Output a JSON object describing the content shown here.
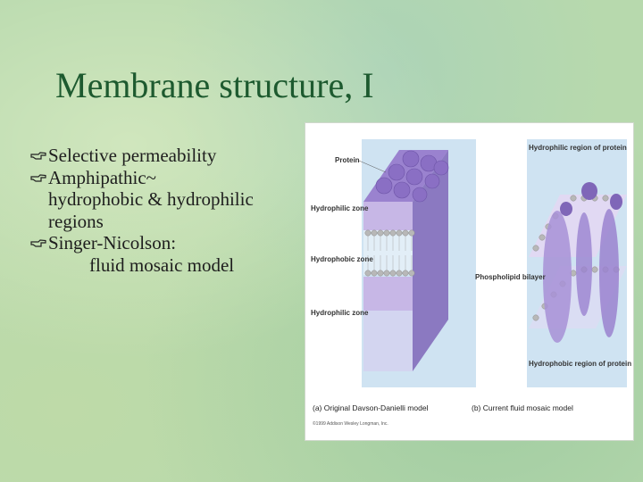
{
  "slide": {
    "title": "Membrane structure, I",
    "bullets": [
      {
        "line1": "Selective permeability"
      },
      {
        "line1": "Amphipathic~",
        "line2": "hydrophobic & hydrophilic",
        "line3": "regions"
      },
      {
        "line1": "Singer-Nicolson:",
        "line2": "fluid mosaic model"
      }
    ],
    "bullet_icon": "pointing-hand-icon"
  },
  "figure": {
    "labels": {
      "protein": "Protein",
      "hydrophilic_zone_top": "Hydrophilic zone",
      "hydrophobic_zone": "Hydrophobic zone",
      "hydrophilic_zone_bottom": "Hydrophilic zone",
      "hydrophilic_region_protein": "Hydrophilic region of protein",
      "phospholipid_bilayer": "Phospholipid bilayer",
      "hydrophobic_region_protein": "Hydrophobic region of protein"
    },
    "captions": {
      "a": "(a) Original Davson-Danielli model",
      "b": "(b) Current fluid mosaic model"
    },
    "copyright": "©1999 Addison Wesley Longman, Inc.",
    "colors": {
      "panel_bg": "#cfe3f2",
      "protein": "#8f72c4",
      "lipid_head": "#b8b8b8"
    }
  }
}
